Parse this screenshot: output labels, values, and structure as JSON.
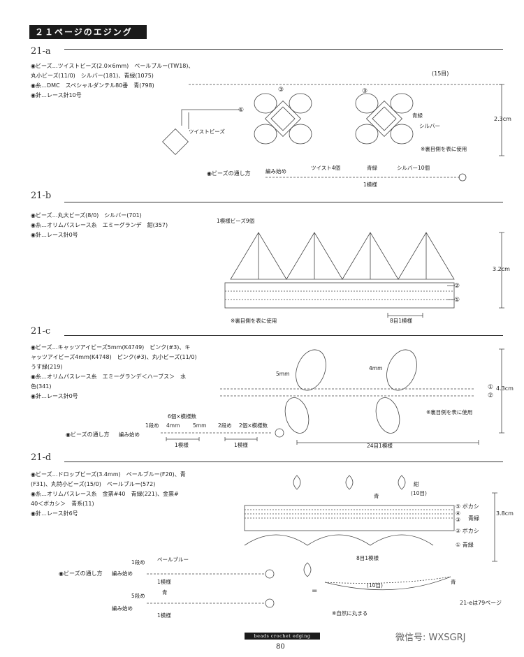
{
  "header": {
    "title": "２１ページのエジング"
  },
  "sections": {
    "a": {
      "label": "21-a",
      "specs": [
        "◉ビーズ…ツイストビーズ(2.0×6mm)　ペールブルー(TW18)、",
        "丸小ビーズ(11/0)　シルバー(181)、青緑(1075)",
        "◉糸…DMC　スペシャルダンテル80番　青(798)",
        "◉針…レース針10号"
      ],
      "annotations": {
        "rows15": "(15目)",
        "twist": "ツイストビーズ",
        "teal": "青緑",
        "silver": "シルバー",
        "reverse": "※裏目側を表に使用",
        "height": "2.3cm",
        "circle1": "①",
        "circle3a": "③",
        "circle3b": "③"
      },
      "threading": {
        "label": "◉ビーズの通し方",
        "start": "編み始め",
        "twist4": "ツイスト4個",
        "teal": "青緑",
        "silver10": "シルバー10個",
        "pattern": "1模様"
      }
    },
    "b": {
      "label": "21-b",
      "specs": [
        "◉ビーズ…丸大ビーズ(8/0)　シルバー(701)",
        "◉糸…オリムパスレース糸　エミーグランデ　紺(357)",
        "◉針…レース針0号"
      ],
      "annotations": {
        "beads9": "1模様ビーズ9個",
        "height": "3.2cm",
        "reverse": "※裏目側を表に使用",
        "rows8": "8目1模様",
        "circle2": "②",
        "circle1": "①"
      }
    },
    "c": {
      "label": "21-c",
      "specs": [
        "◉ビーズ…キャッツアイビーズ5mm(K4749)　ピンク(#3)、キ",
        "ャッツアイビーズ4mm(K4748)　ピンク(#3)、丸小ビーズ(11/0)",
        "うす緑(219)",
        "◉糸…オリムパスレース糸　エミーグランデ＜ハーブス＞　水",
        "色(341)",
        "◉針…レース針0号"
      ],
      "annotations": {
        "mm5": "5mm",
        "mm4": "4mm",
        "height": "4.3cm",
        "reverse": "※裏目側を表に使用",
        "rows24": "24目1模様",
        "circle1": "①",
        "circle2": "②"
      },
      "threading": {
        "label": "◉ビーズの通し方",
        "start": "編み始め",
        "x6": "6個×模様数",
        "row1": "1段め",
        "mm4": "4mm",
        "mm5": "5mm",
        "row2": "2段め",
        "x2": "2個×模様数",
        "pattern1": "1模様",
        "pattern2": "1模様"
      }
    },
    "d": {
      "label": "21-d",
      "specs": [
        "◉ビーズ…ドロップビーズ(3.4mm)　ペールブルー(F20)、青",
        "(F31)、丸特小ビーズ(15/0)　ペールブルー(572)",
        "◉糸…オリムパスレース糸　金票#40　青緑(221)、金票#",
        "40＜ボカシ＞　青系(11)",
        "◉針…レース針6号"
      ],
      "annotations": {
        "blue": "青",
        "navy": "紺",
        "rows10": "(10目)",
        "c5": "⑤ ボカシ",
        "c4": "④",
        "c3": "③",
        "teal1": "青緑",
        "c2": "② ボカシ",
        "c1": "① 青緑",
        "height": "3.8cm",
        "rows8": "8目1模様",
        "rows10b": "(10目)",
        "blue2": "青",
        "round": "※自然に丸まる",
        "eq": "=",
        "ref": "21-eは79ページ"
      },
      "threading": {
        "label": "◉ビーズの通し方",
        "start": "編み始め",
        "row1": "1段め",
        "paleblue": "ペールブルー",
        "pattern1": "1模様",
        "row5": "5段め",
        "blue": "青",
        "start2": "編み始め",
        "pattern2": "1模様"
      }
    }
  },
  "footer": {
    "book": "beads crochet edging",
    "page": "80",
    "watermark": "微信号: WXSGRJ"
  }
}
